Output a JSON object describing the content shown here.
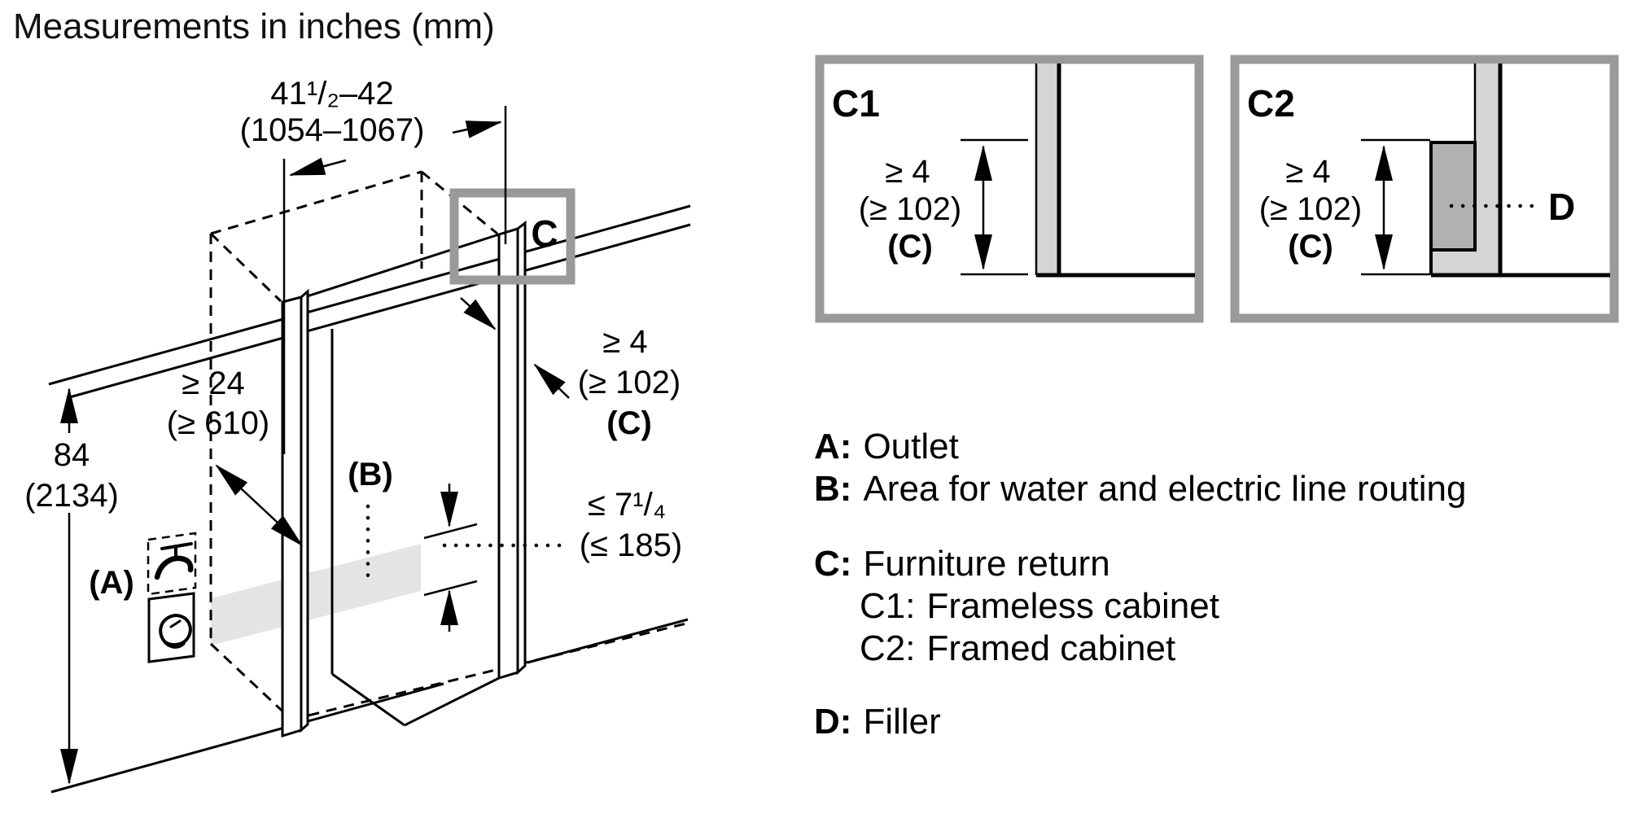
{
  "title": "Measurements in inches (mm)",
  "colors": {
    "line": "#000000",
    "detail_border": "#9a9a9a",
    "panel_light": "#d5d5d5",
    "filler_dark": "#b1b1b1",
    "routing_band": "#e4e4e4"
  },
  "diagram": {
    "dim_width_in": "41¹/₂–42",
    "dim_width_mm": "(1054–1067)",
    "dim_depth_in": "≥ 24",
    "dim_depth_mm": "(≥ 610)",
    "dim_height_in": "84",
    "dim_height_mm": "(2134)",
    "label_a": "(A)",
    "label_b": "(B)",
    "dim_return_in": "≥ 4",
    "dim_return_mm": "(≥ 102)",
    "dim_return_ref": "(C)",
    "dim_toekick_in": "≤ 7¹/₄",
    "dim_toekick_mm": "(≤ 185)",
    "detail_marker": "C"
  },
  "detail_c1": {
    "label": "C1",
    "dim_in": "≥ 4",
    "dim_mm": "(≥ 102)",
    "dim_ref": "(C)"
  },
  "detail_c2": {
    "label": "C2",
    "dim_in": "≥ 4",
    "dim_mm": "(≥ 102)",
    "dim_ref": "(C)",
    "filler_label": "D"
  },
  "legend": {
    "a_key": "A:",
    "a_text": "Outlet",
    "b_key": "B:",
    "b_text": "Area for water and electric line routing",
    "c_key": "C:",
    "c_text": "Furniture return",
    "c1_key": "C1:",
    "c1_text": "Frameless cabinet",
    "c2_key": "C2:",
    "c2_text": "Framed cabinet",
    "d_key": "D:",
    "d_text": "Filler"
  }
}
